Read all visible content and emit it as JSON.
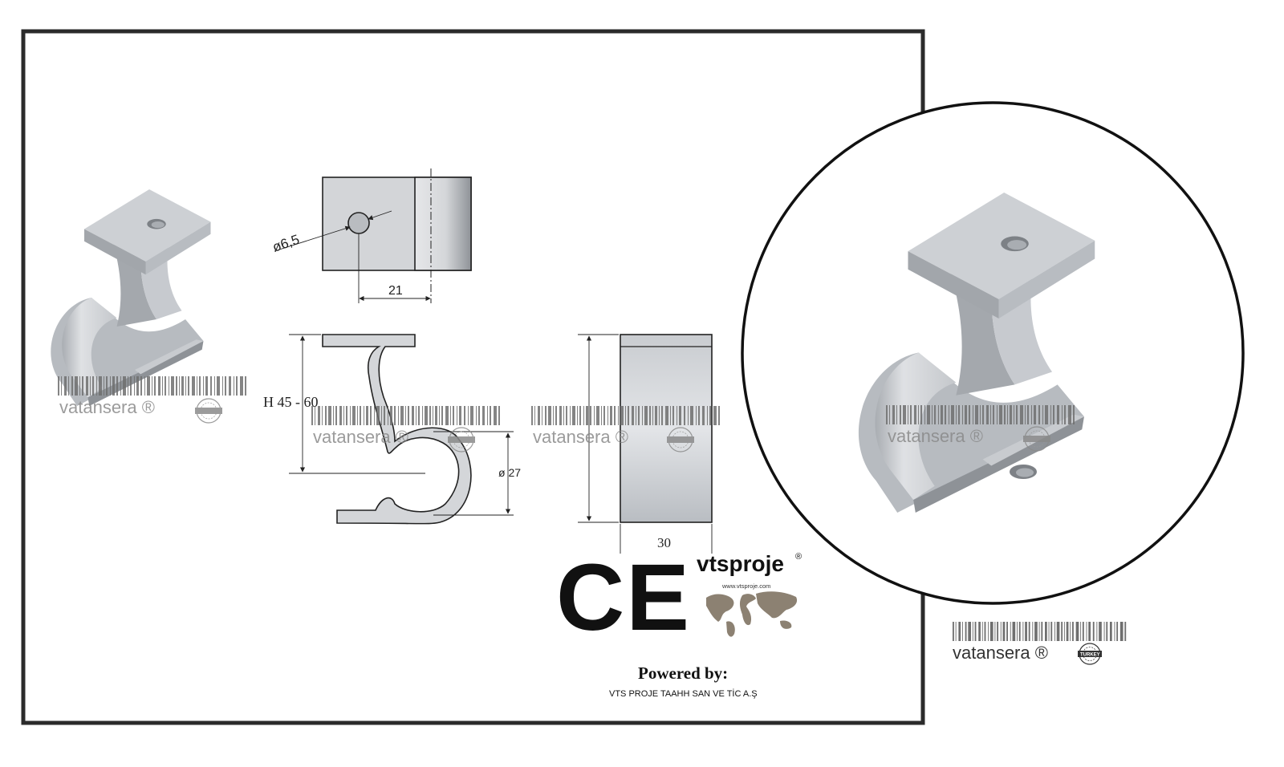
{
  "drawing": {
    "dimensions": {
      "hole_diameter": "ø6,5",
      "top_width": "21",
      "height": "H 45 - 60",
      "pipe_diameter": "ø 27",
      "side_width": "30"
    }
  },
  "watermark": {
    "text": "vatansera ®",
    "badge_text": "TURKEY"
  },
  "branding": {
    "ce_mark": "CE",
    "logo_name": "vtsproje",
    "logo_registered": "®",
    "logo_url": "www.vtsproje.com",
    "powered_label": "Powered by:",
    "company": "VTS PROJE TAAHH SAN VE TİC A.Ş"
  },
  "colors": {
    "frame": "#2b2b2b",
    "part_fill": "#cfd2d6",
    "part_dark": "#9a9ea3",
    "part_light": "#e4e6e9",
    "line": "#222222",
    "watermark": "#8a8a8a",
    "map": "#8c8172"
  }
}
